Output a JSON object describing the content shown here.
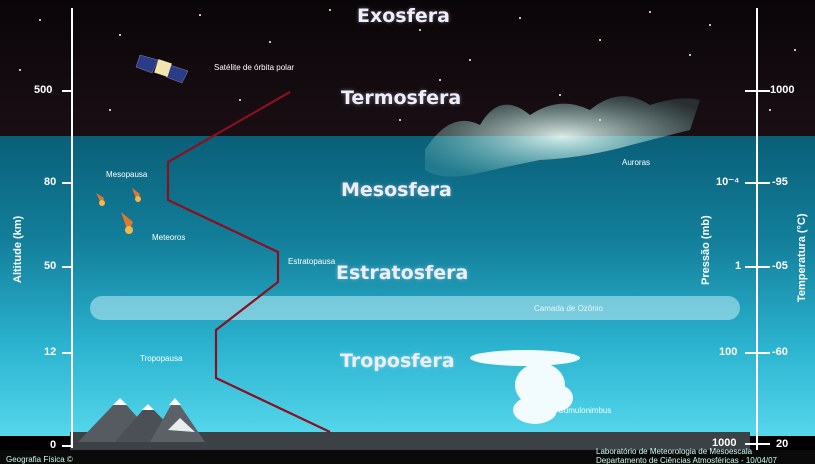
{
  "layers": {
    "exosphere": "Exosfera",
    "thermosphere": "Termosfera",
    "mesosphere": "Mesosfera",
    "stratosphere": "Estratosfera",
    "troposphere": "Troposfera"
  },
  "labels": {
    "satellite": "Satélite de órbita polar",
    "auroras": "Auroras",
    "mesopause": "Mesopausa",
    "meteors": "Meteoros",
    "stratopause": "Estratopausa",
    "ozone": "Camada de Ozônio",
    "tropopause": "Tropopausa",
    "cumulonimbus": "Cumulonimbus"
  },
  "left_axis": {
    "title": "Altitude (km)",
    "ticks": [
      "500",
      "80",
      "50",
      "12",
      "0"
    ]
  },
  "pressure_axis": {
    "title": "Pressão (mb)",
    "ticks": [
      "10⁻⁴",
      "1",
      "100",
      "1000"
    ]
  },
  "temperature_axis": {
    "title": "Temperatura (°C)",
    "ticks": [
      "1000",
      "-95",
      "-05",
      "-60",
      "20"
    ]
  },
  "credits": {
    "left": "Geografia Física ©",
    "right_line1": "Laboratório de Meteorologia de Mesoescala",
    "right_line2": "Departamento de Ciências Atmosféricas - 10/04/07"
  },
  "colors": {
    "space": "#060308",
    "sky_top": "#0a6c86",
    "sky_bottom": "#4fd3ea",
    "temperature_line": "#8a1020",
    "aurora": "#c9f1ea"
  }
}
